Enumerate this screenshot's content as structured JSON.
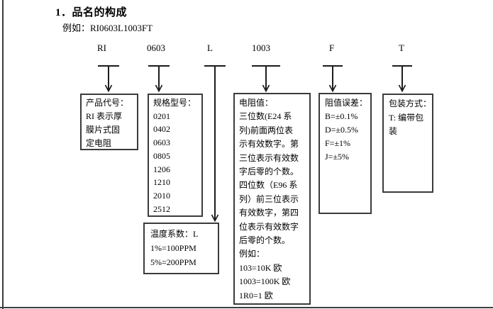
{
  "page": {
    "title": "1．品名的构成",
    "example": "例如：RI0603L1003FT"
  },
  "codes": [
    {
      "label": "RI"
    },
    {
      "label": "0603"
    },
    {
      "label": "L"
    },
    {
      "label": "1003"
    },
    {
      "label": "F"
    },
    {
      "label": "T"
    }
  ],
  "boxes": [
    {
      "id": "product-code",
      "lines": [
        "产品代号：",
        "RI 表示厚",
        "膜片式固",
        "定电阻"
      ]
    },
    {
      "id": "spec-model",
      "lines": [
        "规格型号：",
        "0201",
        "0402",
        "0603",
        "0805",
        "1206",
        "1210",
        "2010",
        "2512"
      ]
    },
    {
      "id": "temperature-coefficient",
      "lines": [
        "温度系数：L",
        "1%=100PPM",
        "5%=200PPM"
      ]
    },
    {
      "id": "resistance-value",
      "lines": [
        "电阻值：",
        "三位数(E24 系",
        "列)前面两位表",
        "示有效数字。第",
        "三位表示有效数",
        "字后零的个数。",
        "四位数（E96 系",
        "列）前三位表示",
        "有效数字，第四",
        "位表示有效数字",
        "后零的个数。",
        "例如：",
        "103=10K 欧",
        "1003=100K 欧",
        "1R0=1 欧"
      ]
    },
    {
      "id": "tolerance",
      "lines": [
        "阻值误差：",
        "B=±0.1%",
        "D=±0.5%",
        "F=±1%",
        "J=±5%"
      ]
    },
    {
      "id": "packing",
      "lines": [
        "包装方式：",
        "T: 编带包",
        "装"
      ]
    }
  ],
  "colors": {
    "background": "#ffffff",
    "text": "#000000",
    "box_border": "#3b3b3b",
    "line": "#1c1c1c"
  }
}
